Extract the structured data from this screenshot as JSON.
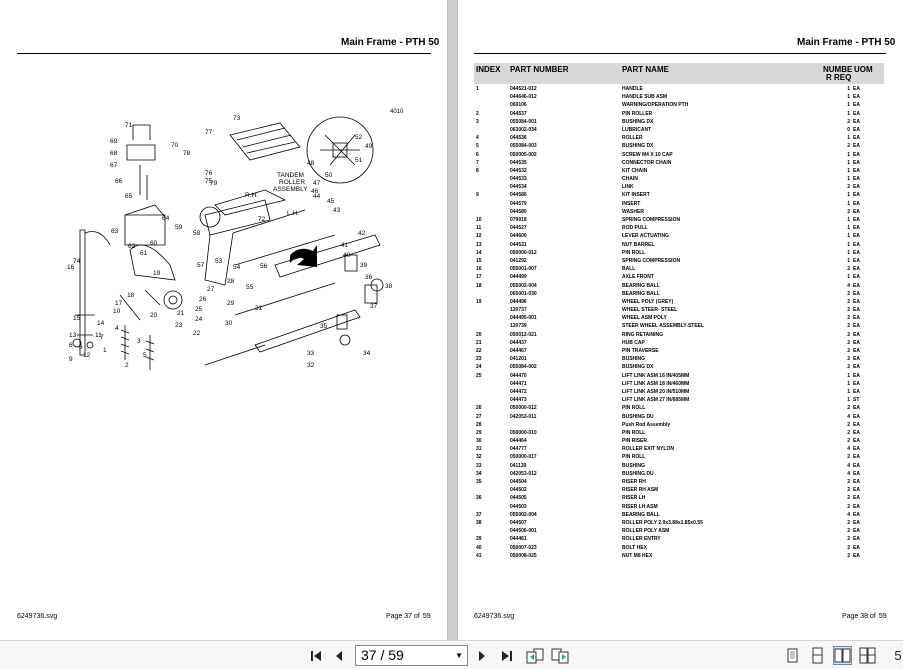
{
  "left_page": {
    "title": "Main Frame - PTH 50",
    "footer_file": "6249736.svg",
    "page_label": "Page 37 of",
    "page_total": "59",
    "diagram": {
      "ref_code": "4010",
      "labels": [
        "71",
        "69",
        "70",
        "68",
        "67",
        "66",
        "65",
        "64",
        "63",
        "62",
        "61",
        "60",
        "59",
        "58",
        "57",
        "56",
        "55",
        "54",
        "53",
        "52",
        "51",
        "50",
        "49",
        "48",
        "47",
        "46",
        "45",
        "44",
        "43",
        "42",
        "41",
        "40",
        "39",
        "38",
        "37",
        "36",
        "35",
        "34",
        "33",
        "32",
        "31",
        "30",
        "29",
        "28",
        "27",
        "26",
        "25",
        "24",
        "23",
        "22",
        "21",
        "20",
        "19",
        "18",
        "17",
        "16",
        "15",
        "14",
        "13",
        "12",
        "11",
        "10",
        "9",
        "8",
        "7",
        "6",
        "5",
        "4",
        "3",
        "2",
        "1",
        "72",
        "73",
        "74",
        "75",
        "76",
        "77",
        "78",
        "79"
      ],
      "caption_tandem": [
        "TANDEM",
        "ROLLER",
        "ASSEMBLY"
      ],
      "caption_rh": "R.H.",
      "caption_lh": "L.H."
    }
  },
  "right_page": {
    "title": "Main Frame - PTH 50",
    "footer_file": "6249736.svg",
    "page_label": "Page 38 of",
    "page_total": "59",
    "table": {
      "headers": {
        "index": "INDEX",
        "part_number": "PART NUMBER",
        "part_name": "PART NAME",
        "number_req_1": "NUMBE",
        "number_req_2": "R REQ",
        "uom": "UOM"
      },
      "rows": [
        {
          "index": "1",
          "pn": "044521-012",
          "name": "HANDLE",
          "qty": "1",
          "uom": "EA"
        },
        {
          "index": "",
          "pn": "044646-012",
          "name": "HANDLE SUB ASM",
          "qty": "1",
          "uom": "EA"
        },
        {
          "index": "",
          "pn": "069106",
          "name": "WARNING/OPERATION PTH",
          "qty": "1",
          "uom": "EA"
        },
        {
          "index": "2",
          "pn": "044537",
          "name": "PIN ROLLER",
          "qty": "1",
          "uom": "EA"
        },
        {
          "index": "3",
          "pn": "055084-001",
          "name": "BUSHING DX",
          "qty": "2",
          "uom": "EA"
        },
        {
          "index": "",
          "pn": "063002-034",
          "name": "LUBRICANT",
          "qty": "0",
          "uom": "EA"
        },
        {
          "index": "4",
          "pn": "044536",
          "name": "ROLLER",
          "qty": "1",
          "uom": "EA"
        },
        {
          "index": "5",
          "pn": "055084-003",
          "name": "BUSHING DX",
          "qty": "2",
          "uom": "EA"
        },
        {
          "index": "6",
          "pn": "050005-002",
          "name": "SCREW M4 X 10 CAP",
          "qty": "1",
          "uom": "EA"
        },
        {
          "index": "7",
          "pn": "044535",
          "name": "CONNECTOR CHAIN",
          "qty": "1",
          "uom": "EA"
        },
        {
          "index": "8",
          "pn": "044532",
          "name": "KIT CHAIN",
          "qty": "1",
          "uom": "EA"
        },
        {
          "index": "",
          "pn": "044533",
          "name": "CHAIN",
          "qty": "1",
          "uom": "EA"
        },
        {
          "index": "",
          "pn": "044534",
          "name": "LINK",
          "qty": "2",
          "uom": "EA"
        },
        {
          "index": "9",
          "pn": "044586",
          "name": "KIT INSERT",
          "qty": "1",
          "uom": "EA"
        },
        {
          "index": "",
          "pn": "044579",
          "name": "INSERT",
          "qty": "1",
          "uom": "EA"
        },
        {
          "index": "",
          "pn": "044580",
          "name": "WASHER",
          "qty": "2",
          "uom": "EA"
        },
        {
          "index": "10",
          "pn": "079918",
          "name": "SPRING COMPRESSION",
          "qty": "1",
          "uom": "EA"
        },
        {
          "index": "11",
          "pn": "044527",
          "name": "ROD PULL",
          "qty": "1",
          "uom": "EA"
        },
        {
          "index": "12",
          "pn": "044600",
          "name": "LEVER ACTUATING",
          "qty": "1",
          "uom": "EA"
        },
        {
          "index": "13",
          "pn": "044531",
          "name": "NUT BARREL",
          "qty": "1",
          "uom": "EA"
        },
        {
          "index": "14",
          "pn": "050000-012",
          "name": "PIN ROLL",
          "qty": "1",
          "uom": "EA"
        },
        {
          "index": "15",
          "pn": "041292",
          "name": "SPRING COMPRESSION",
          "qty": "1",
          "uom": "EA"
        },
        {
          "index": "16",
          "pn": "055001-007",
          "name": "BALL",
          "qty": "2",
          "uom": "EA"
        },
        {
          "index": "17",
          "pn": "044499",
          "name": "AXLE FRONT",
          "qty": "1",
          "uom": "EA"
        },
        {
          "index": "18",
          "pn": "055002-004",
          "name": "BEARING BALL",
          "qty": "4",
          "uom": "EA"
        },
        {
          "index": "",
          "pn": "065001-030",
          "name": "BEARING BALL",
          "qty": "2",
          "uom": "EA"
        },
        {
          "index": "19",
          "pn": "044496",
          "name": "WHEEL POLY (GREY)",
          "qty": "2",
          "uom": "EA"
        },
        {
          "index": "",
          "pn": "120737",
          "name": "WHEEL STEER- STEEL",
          "qty": "2",
          "uom": "EA"
        },
        {
          "index": "",
          "pn": "044495-001",
          "name": "WHEEL ASM POLY",
          "qty": "2",
          "uom": "EA"
        },
        {
          "index": "",
          "pn": "120739",
          "name": "STEER WHEEL ASSEMBLY-STEEL",
          "qty": "2",
          "uom": "EA"
        },
        {
          "index": "20",
          "pn": "050012-021",
          "name": "RING RETAINING",
          "qty": "2",
          "uom": "EA"
        },
        {
          "index": "21",
          "pn": "044437",
          "name": "HUB CAP",
          "qty": "2",
          "uom": "EA"
        },
        {
          "index": "22",
          "pn": "044467",
          "name": "PIN TRAVERSE",
          "qty": "2",
          "uom": "EA"
        },
        {
          "index": "23",
          "pn": "041201",
          "name": "BUSHING",
          "qty": "2",
          "uom": "EA"
        },
        {
          "index": "24",
          "pn": "055084-002",
          "name": "BUSHING DX",
          "qty": "2",
          "uom": "EA"
        },
        {
          "index": "25",
          "pn": "044470",
          "name": "LIFT LINK ASM 16 IN/405MM",
          "qty": "1",
          "uom": "EA"
        },
        {
          "index": "",
          "pn": "044471",
          "name": "LIFT LINK ASM 18 IN/460MM",
          "qty": "1",
          "uom": "EA"
        },
        {
          "index": "",
          "pn": "044472",
          "name": "LIFT LINK ASM 20 IN/510MM",
          "qty": "1",
          "uom": "EA"
        },
        {
          "index": "",
          "pn": "044473",
          "name": "LIFT LINK ASM 27 IN/685MM",
          "qty": "1",
          "uom": "ST"
        },
        {
          "index": "26",
          "pn": "050000-012",
          "name": "PIN ROLL",
          "qty": "2",
          "uom": "EA"
        },
        {
          "index": "27",
          "pn": "042053-011",
          "name": "BUSHING DU",
          "qty": "4",
          "uom": "EA"
        },
        {
          "index": "28",
          "pn": "",
          "name": "Push Rod Assembly",
          "qty": "2",
          "uom": "EA"
        },
        {
          "index": "29",
          "pn": "050000-010",
          "name": "PIN ROLL",
          "qty": "2",
          "uom": "EA"
        },
        {
          "index": "30",
          "pn": "044464",
          "name": "PIN RISER",
          "qty": "2",
          "uom": "EA"
        },
        {
          "index": "31",
          "pn": "044777",
          "name": "ROLLER EXIT NYLON",
          "qty": "4",
          "uom": "EA"
        },
        {
          "index": "32",
          "pn": "050000-017",
          "name": "PIN ROLL",
          "qty": "2",
          "uom": "EA"
        },
        {
          "index": "33",
          "pn": "041139",
          "name": "BUSHING",
          "qty": "4",
          "uom": "EA"
        },
        {
          "index": "34",
          "pn": "042053-012",
          "name": "BUSHING DU",
          "qty": "4",
          "uom": "EA"
        },
        {
          "index": "35",
          "pn": "044504",
          "name": "RISER RH",
          "qty": "2",
          "uom": "EA"
        },
        {
          "index": "",
          "pn": "044502",
          "name": "RISER RH ASM",
          "qty": "2",
          "uom": "EA"
        },
        {
          "index": "36",
          "pn": "044505",
          "name": "RISER LH",
          "qty": "2",
          "uom": "EA"
        },
        {
          "index": "",
          "pn": "044503",
          "name": "RISER LH ASM",
          "qty": "2",
          "uom": "EA"
        },
        {
          "index": "37",
          "pn": "055002-004",
          "name": "BEARING BALL",
          "qty": "4",
          "uom": "EA"
        },
        {
          "index": "38",
          "pn": "044507",
          "name": "ROLLER POLY 2.9x3.88x1.85x0.55",
          "qty": "2",
          "uom": "EA"
        },
        {
          "index": "",
          "pn": "044506-001",
          "name": "ROLLER POLY ASM",
          "qty": "2",
          "uom": "EA"
        },
        {
          "index": "39",
          "pn": "044461",
          "name": "ROLLER ENTRY",
          "qty": "2",
          "uom": "EA"
        },
        {
          "index": "40",
          "pn": "050007-023",
          "name": "BOLT HEX",
          "qty": "2",
          "uom": "EA"
        },
        {
          "index": "41",
          "pn": "050008-025",
          "name": "NUT M8 HEX",
          "qty": "2",
          "uom": "EA"
        }
      ]
    }
  },
  "toolbar": {
    "page_field": "37 / 59",
    "right_edge_text": "5"
  }
}
